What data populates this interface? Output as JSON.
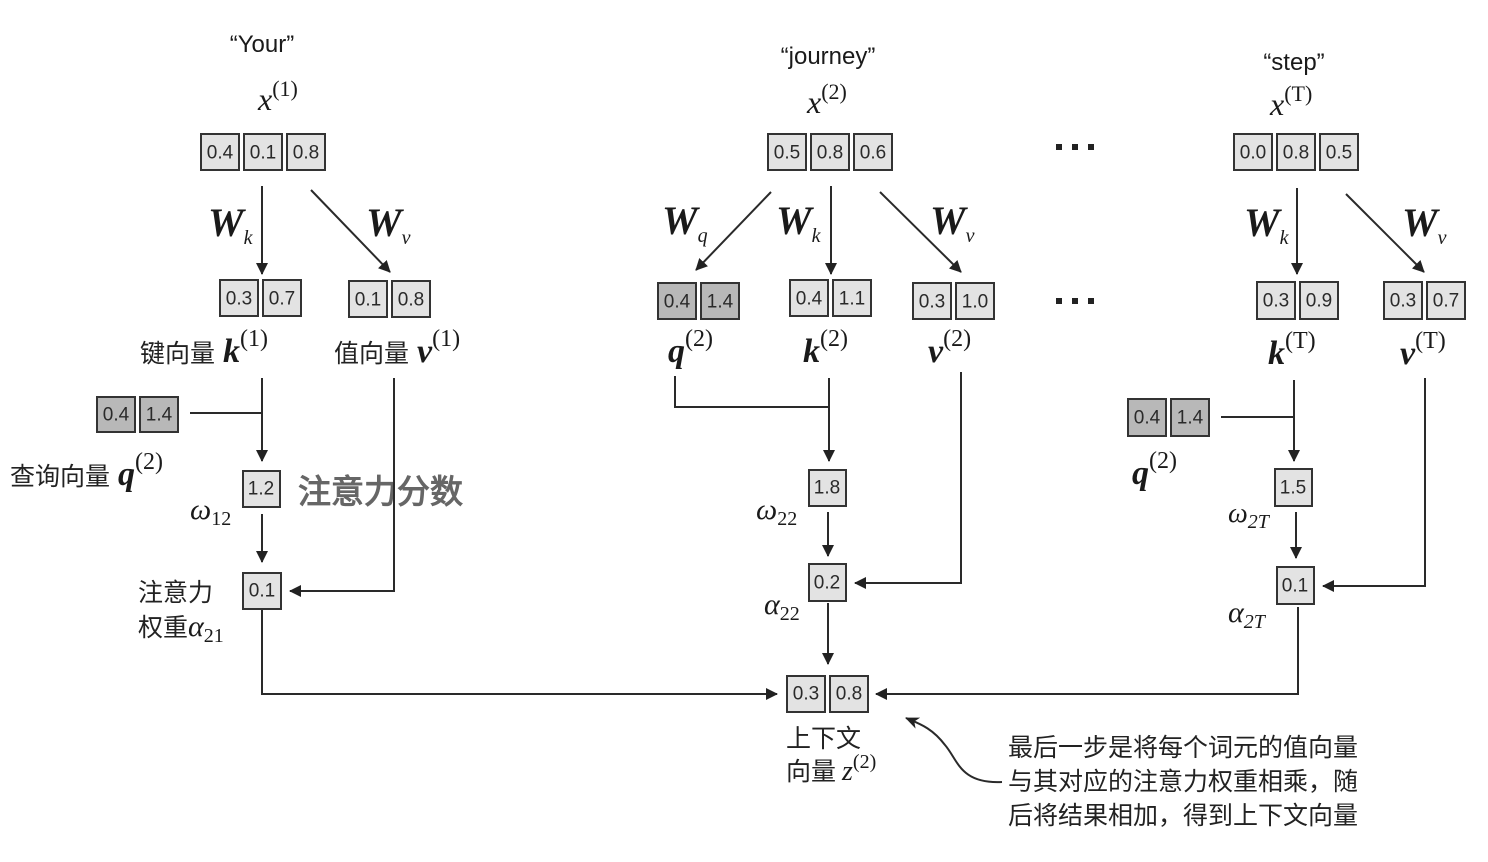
{
  "tokens": [
    {
      "word": "“Your”",
      "x_label": "x",
      "x_sup": "(1)",
      "x_values": [
        "0.4",
        "0.1",
        "0.8"
      ]
    },
    {
      "word": "“journey”",
      "x_label": "x",
      "x_sup": "(2)",
      "x_values": [
        "0.5",
        "0.8",
        "0.6"
      ]
    },
    {
      "word": "“step”",
      "x_label": "x",
      "x_sup": "(T)",
      "x_values": [
        "0.0",
        "0.8",
        "0.5"
      ]
    }
  ],
  "weights": {
    "W": "W",
    "q_sub": "q",
    "k_sub": "k",
    "v_sub": "v"
  },
  "col1": {
    "k_values": [
      "0.3",
      "0.7"
    ],
    "v_values": [
      "0.1",
      "0.8"
    ],
    "k_label_cn": "键向量",
    "k_sym": "k",
    "k_sup": "(1)",
    "v_label_cn": "值向量",
    "v_sym": "v",
    "v_sup": "(1)",
    "q_values": [
      "0.4",
      "1.4"
    ],
    "q_label_cn": "查询向量",
    "q_sym": "q",
    "q_sup": "(2)",
    "omega_value": "1.2",
    "omega_sym": "ω",
    "omega_sub": "12",
    "score_label_cn": "注意力分数",
    "alpha_value": "0.1",
    "alpha_label_cn_1": "注意力",
    "alpha_label_cn_2": "权重",
    "alpha_sym": "α",
    "alpha_sub": "21"
  },
  "col2": {
    "q_values": [
      "0.4",
      "1.4"
    ],
    "k_values": [
      "0.4",
      "1.1"
    ],
    "v_values": [
      "0.3",
      "1.0"
    ],
    "q_sym": "q",
    "q_sup": "(2)",
    "k_sym": "k",
    "k_sup": "(2)",
    "v_sym": "v",
    "v_sup": "(2)",
    "omega_value": "1.8",
    "omega_sym": "ω",
    "omega_sub": "22",
    "alpha_value": "0.2",
    "alpha_sym": "α",
    "alpha_sub": "22"
  },
  "col3": {
    "k_values": [
      "0.3",
      "0.9"
    ],
    "v_values": [
      "0.3",
      "0.7"
    ],
    "k_sym": "k",
    "k_sup": "(T)",
    "v_sym": "v",
    "v_sup": "(T)",
    "q_values": [
      "0.4",
      "1.4"
    ],
    "q_sym": "q",
    "q_sup": "(2)",
    "omega_value": "1.5",
    "omega_sym": "ω",
    "omega_sub": "2T",
    "alpha_value": "0.1",
    "alpha_sym": "α",
    "alpha_sub": "2T"
  },
  "ellipsis": "...",
  "context": {
    "values": [
      "0.3",
      "0.8"
    ],
    "label_cn_1": "上下文",
    "label_cn_2": "向量",
    "sym": "z",
    "sup": "(2)"
  },
  "annotation": {
    "lines": [
      "最后一步是将每个词元的值向量",
      "与其对应的注意力权重相乘，随",
      "后将结果相加，得到上下文向量"
    ]
  }
}
